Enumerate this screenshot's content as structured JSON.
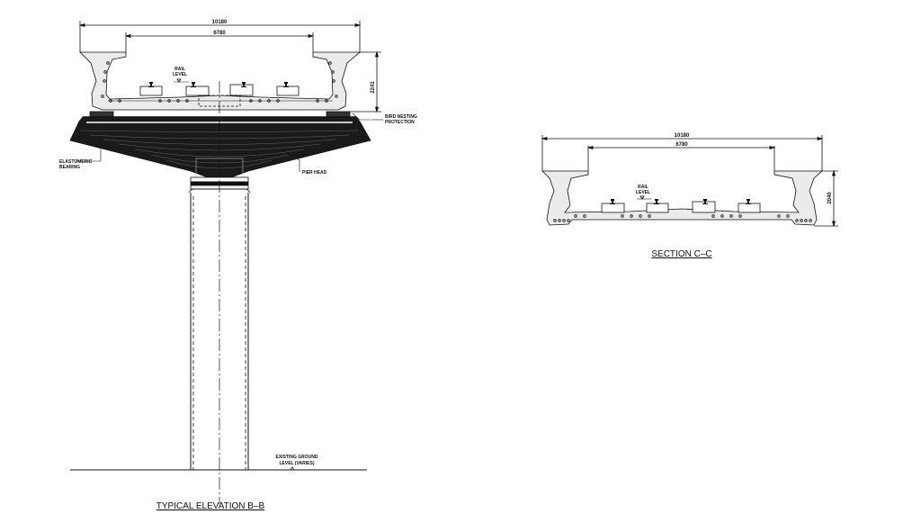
{
  "elevation": {
    "title": "TYPICAL  ELEVATION  B–B",
    "dim_overall": "10180",
    "dim_inner": "6780",
    "dim_height": "2241",
    "rail_level_line1": "RAIL",
    "rail_level_line2": "LEVEL",
    "bird_nesting_line1": "BIRD NESTING",
    "bird_nesting_line2": "PROTECTION",
    "elastomeric_line1": "ELASTOMERIC",
    "elastomeric_line2": "BEARING",
    "pier_head": "PIER HEAD",
    "ground_line1": "EXISTING GROUND",
    "ground_line2": "LEVEL (VARIES)"
  },
  "section": {
    "title": "SECTION  C–C",
    "dim_overall": "10180",
    "dim_inner": "6780",
    "dim_height": "2040",
    "rail_level_line1": "RAIL",
    "rail_level_line2": "LEVEL"
  },
  "colors": {
    "line": "#111111",
    "concrete_fill": "#ebebeb",
    "pier_head_fill": "#1a1a1a"
  }
}
